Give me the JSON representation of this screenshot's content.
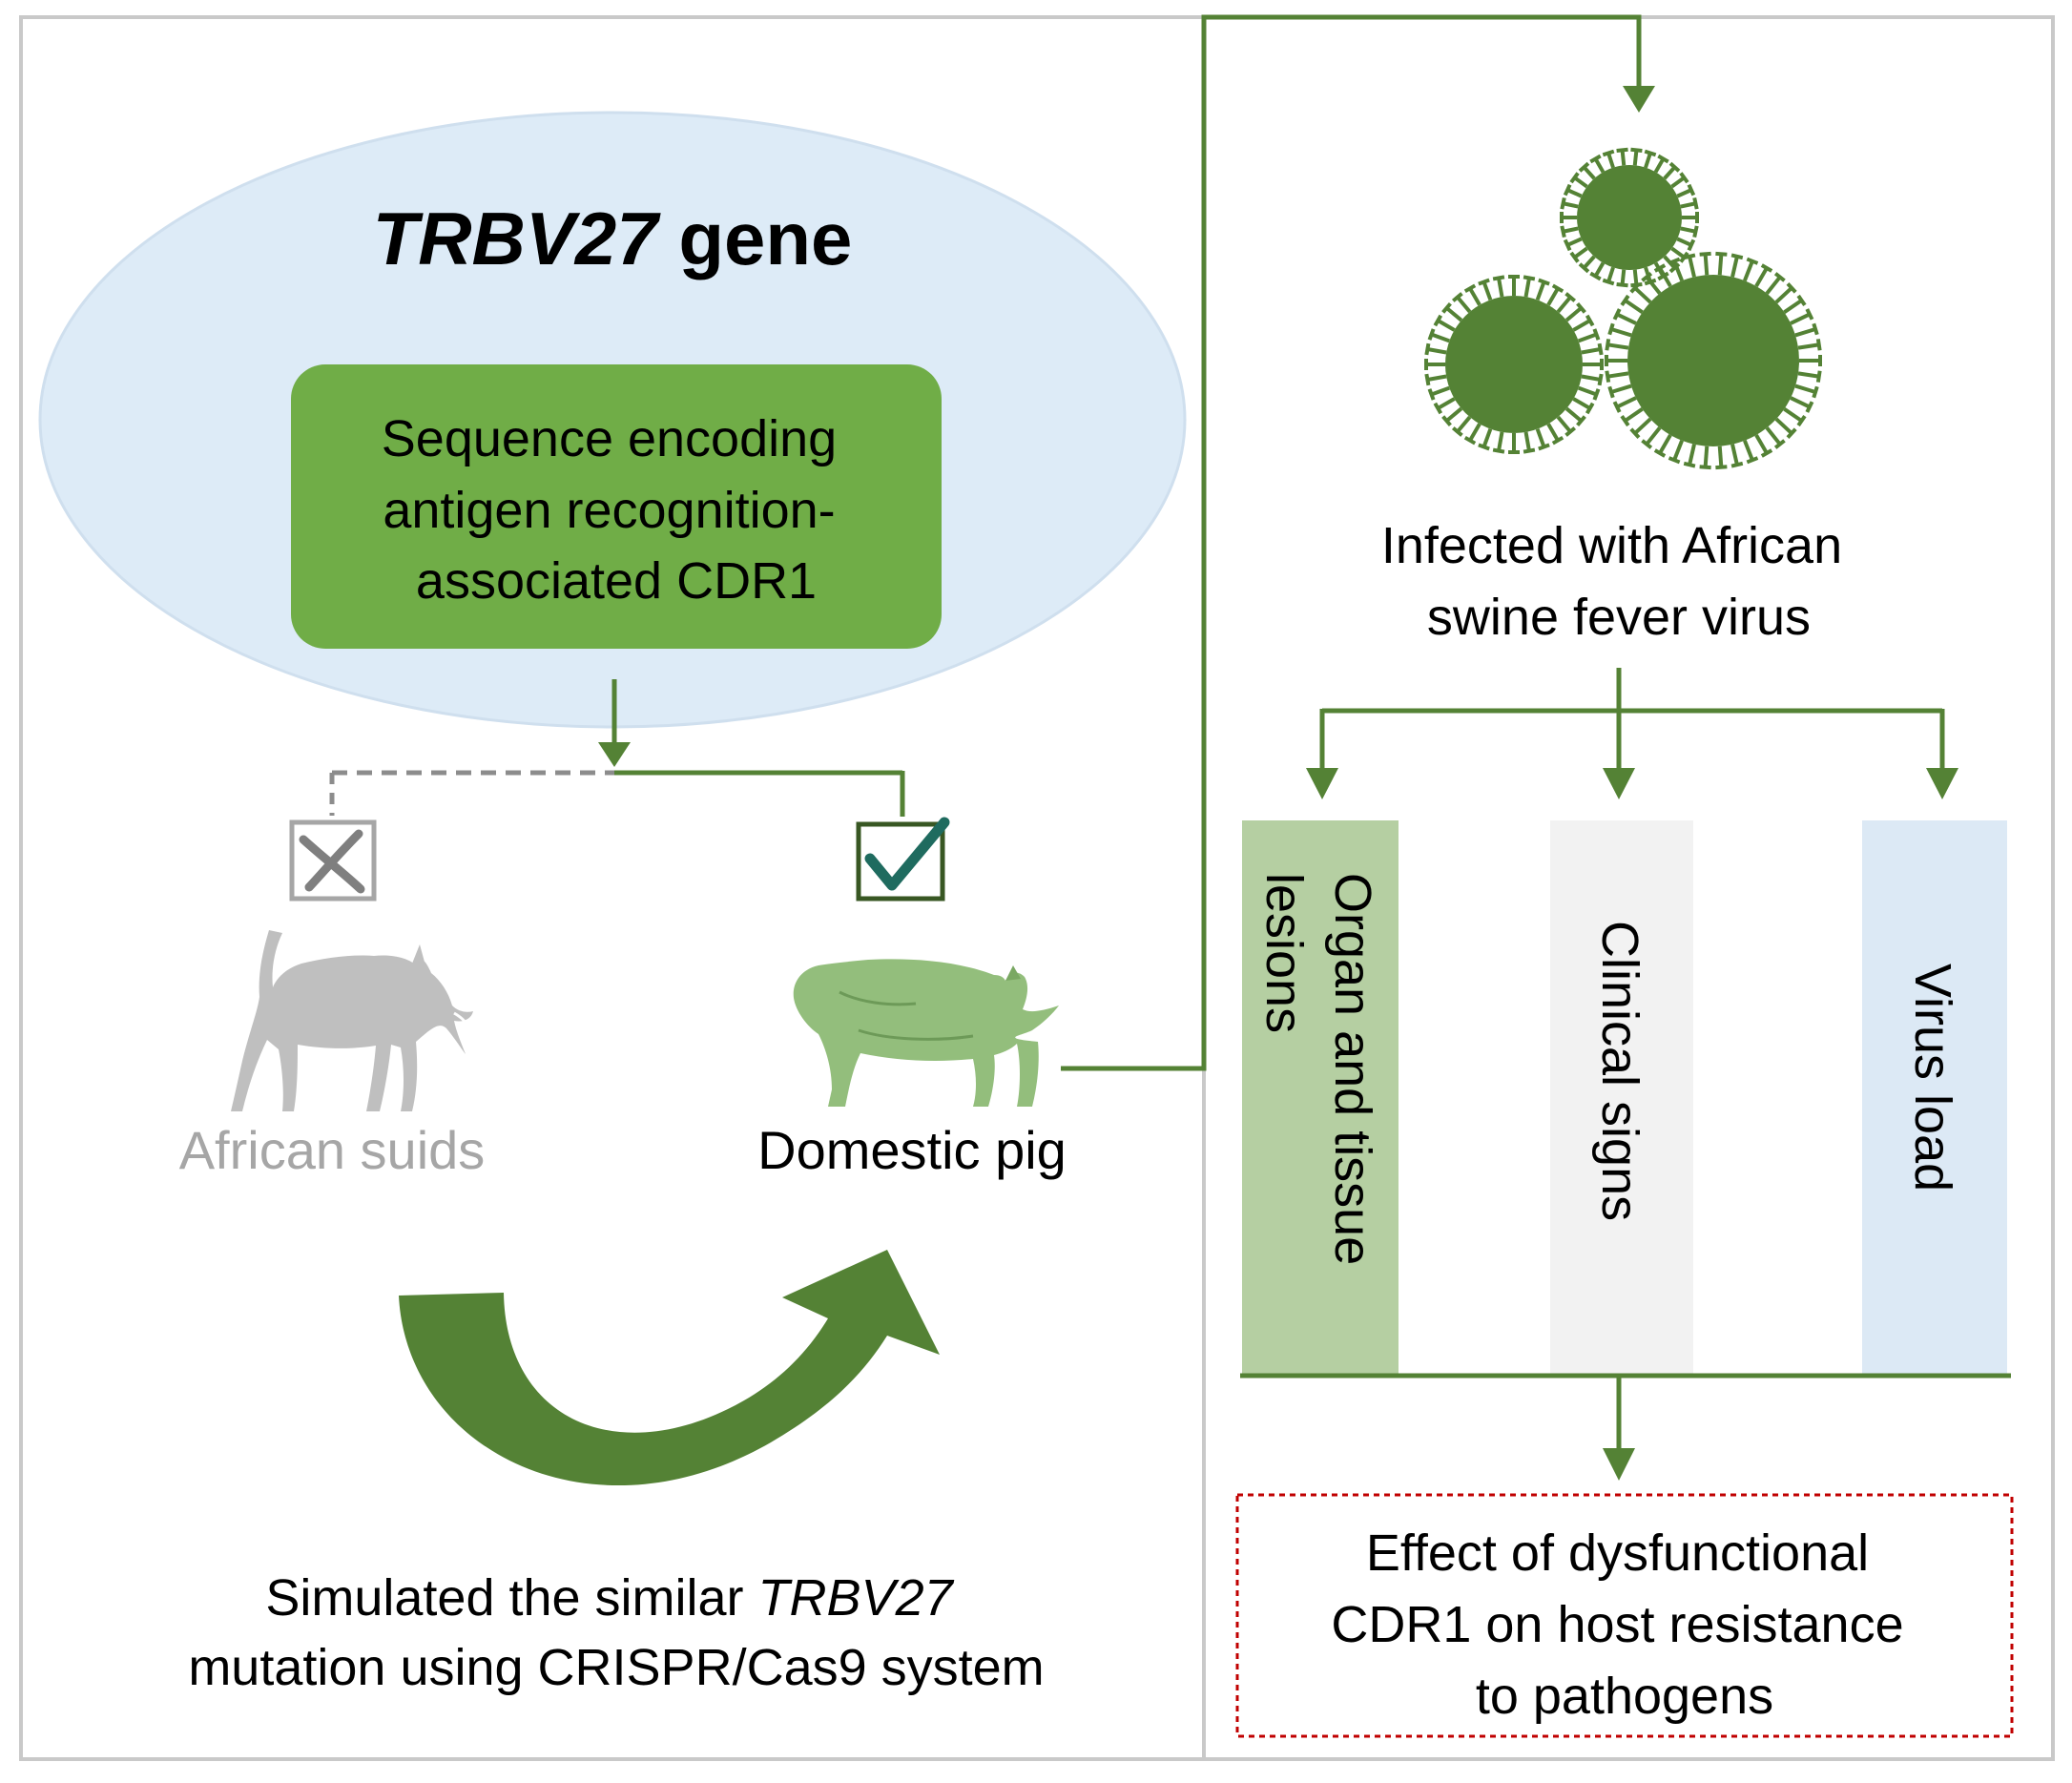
{
  "gene_title": {
    "italic": "TRBV27",
    "rest": " gene"
  },
  "cdr1_box": {
    "lines": [
      "Sequence encoding",
      "antigen recognition-",
      "associated CDR1"
    ]
  },
  "african_suids_label": "African suids",
  "domestic_pig_label": "Domestic pig",
  "simulation_caption": {
    "line1_prefix": "Simulated the similar ",
    "line1_italic": "TRBV27",
    "line2": "mutation using CRISPR/Cas9 system"
  },
  "infection_label": {
    "lines": [
      "Infected with African",
      "swine fever virus"
    ]
  },
  "outcomes": [
    {
      "label": "Organ and tissue",
      "label2": "lesions",
      "color": "#b5cfa2"
    },
    {
      "label": "Clinical signs",
      "color": "#f2f2f2"
    },
    {
      "label": "Virus load",
      "color": "#dce9f5"
    }
  ],
  "effect_box": {
    "lines": [
      "Effect of dysfunctional",
      "CDR1 on host resistance",
      "to pathogens"
    ],
    "border_color": "#c00000"
  },
  "colors": {
    "green_dark": "#548235",
    "green_box": "#70ad47",
    "green_pig": "#93be7c",
    "gray_boar": "#bfbfbf",
    "ellipse": "#ddebf7",
    "frame": "#c9c9c9"
  }
}
